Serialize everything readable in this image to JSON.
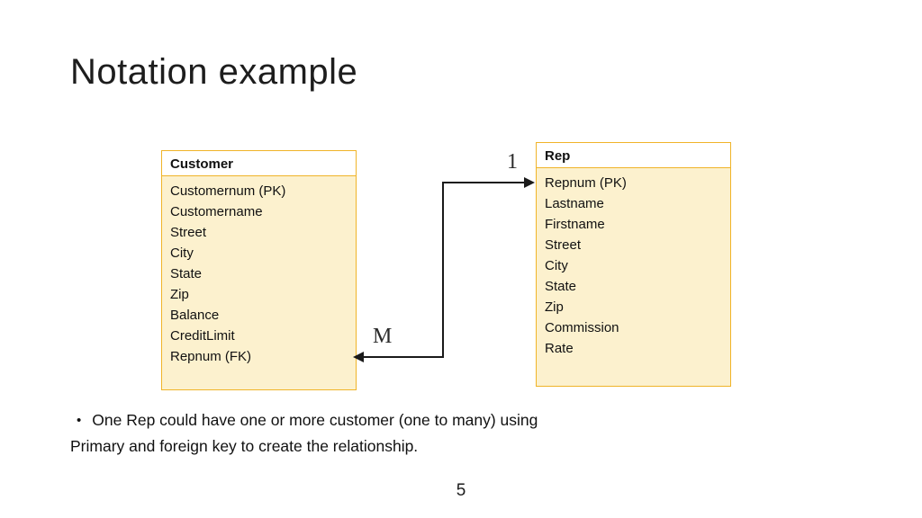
{
  "slide": {
    "title": "Notation example",
    "page_number": "5"
  },
  "colors": {
    "table_border": "#F0B429",
    "table_fill": "#FCF1CE",
    "header_fill": "#FFFFFF",
    "connector_line": "#1A1A1A"
  },
  "diagram": {
    "tables": [
      {
        "name": "Customer",
        "fields": [
          "Customernum (PK)",
          "Customername",
          "Street",
          "City",
          "State",
          "Zip",
          "Balance",
          "CreditLimit",
          "Repnum (FK)"
        ]
      },
      {
        "name": "Rep",
        "fields": [
          "Repnum (PK)",
          "Lastname",
          "Firstname",
          "Street",
          "City",
          "State",
          "Zip",
          "Commission",
          "Rate"
        ]
      }
    ],
    "relationship": {
      "one_label": "1",
      "many_label": "M"
    }
  },
  "bullet": {
    "marker": "•",
    "line1": "One Rep could have one or more customer (one to many) using",
    "line2": "Primary and foreign key to create the relationship."
  }
}
